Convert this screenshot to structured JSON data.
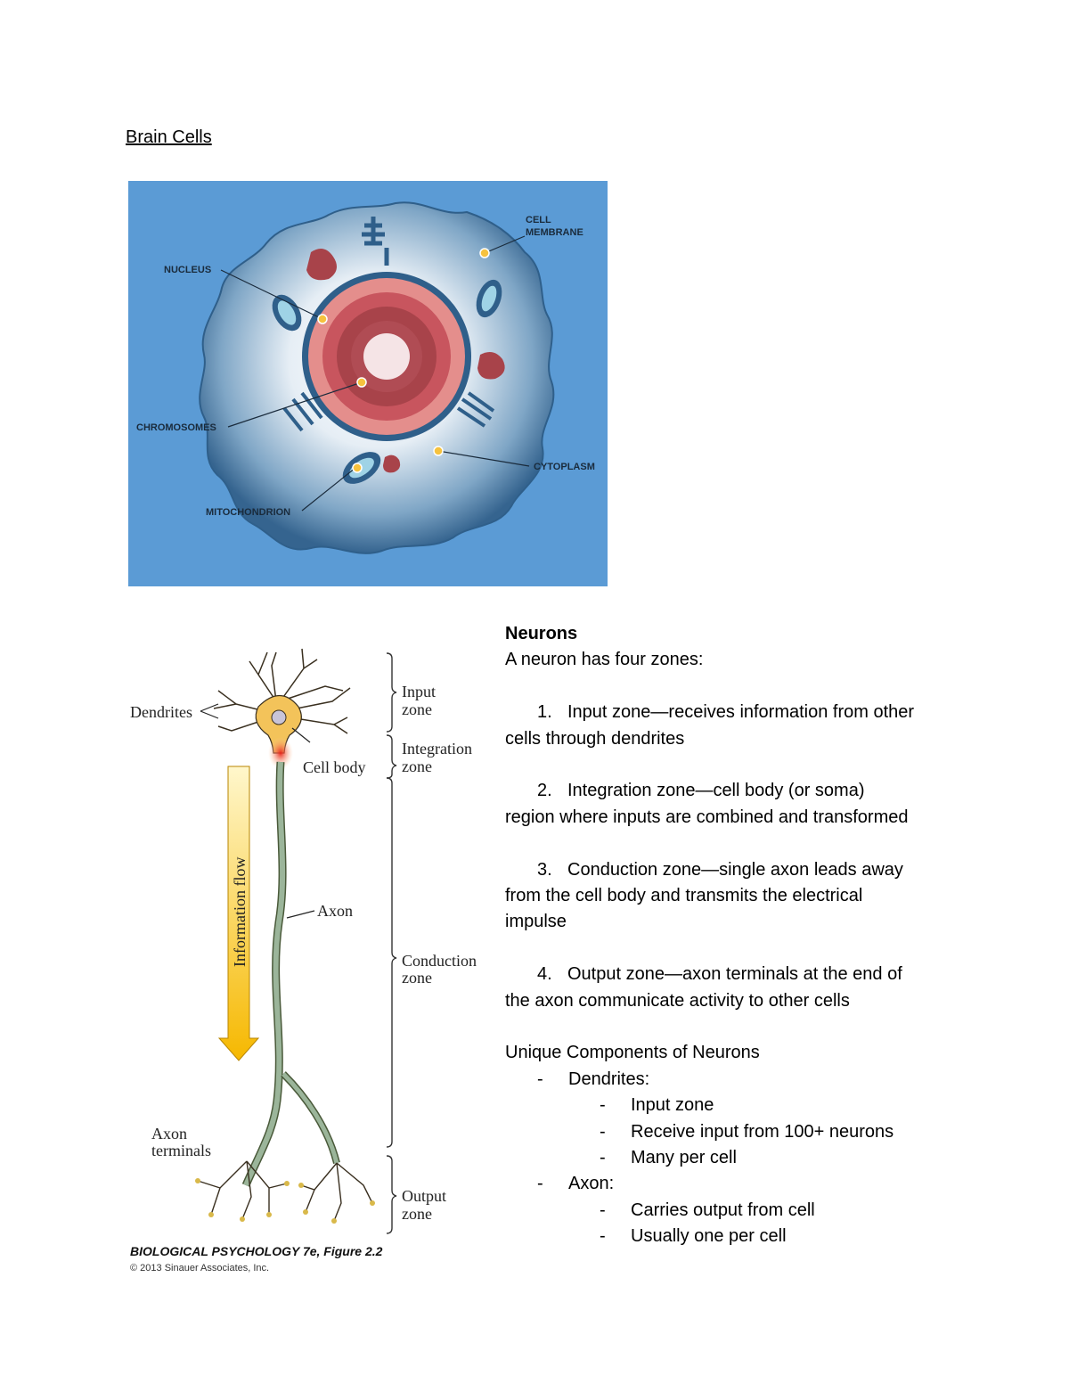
{
  "page": {
    "title": "Brain Cells"
  },
  "cell_figure": {
    "labels": {
      "cell_membrane_1": "CELL",
      "cell_membrane_2": "MEMBRANE",
      "nucleus": "NUCLEUS",
      "chromosomes": "CHROMOSOMES",
      "cytoplasm": "CYTOPLASM",
      "mitochondrion": "MITOCHONDRION"
    },
    "colors": {
      "background": "#5b9bd5",
      "nucleus": "#c8555e",
      "membrane": "#2f5f8a"
    }
  },
  "neuron_figure": {
    "labels": {
      "dendrites": "Dendrites",
      "cell_body": "Cell body",
      "axon": "Axon",
      "axon_terminals_1": "Axon",
      "axon_terminals_2": "terminals",
      "information_flow": "Information flow",
      "input_zone_1": "Input",
      "input_zone_2": "zone",
      "integration_zone_1": "Integration",
      "integration_zone_2": "zone",
      "conduction_zone_1": "Conduction",
      "conduction_zone_2": "zone",
      "output_zone_1": "Output",
      "output_zone_2": "zone"
    },
    "caption": "BIOLOGICAL PSYCHOLOGY 7e, Figure 2.2",
    "copyright": "© 2013 Sinauer Associates, Inc."
  },
  "neurons": {
    "heading": "Neurons",
    "intro": "A neuron has four zones:",
    "zones": [
      {
        "num": "1.",
        "line1": "Input zone—receives information from other",
        "line2": "cells through dendrites"
      },
      {
        "num": "2.",
        "line1": "Integration zone—cell body (or soma)",
        "line2": "region where inputs are combined and transformed"
      },
      {
        "num": "3.",
        "line1": "Conduction zone—single axon leads away",
        "line2": "from the cell body and transmits the electrical",
        "line3": "impulse"
      },
      {
        "num": "4.",
        "line1": "Output zone—axon terminals at the end of",
        "line2": "the axon communicate activity to other cells"
      }
    ],
    "components_heading": "Unique Components of Neurons",
    "dash": "-",
    "dendrites": {
      "label": "Dendrites:",
      "items": [
        "Input zone",
        "Receive input from 100+ neurons",
        "Many per cell"
      ]
    },
    "axon": {
      "label": "Axon:",
      "items": [
        "Carries output from cell",
        "Usually one per cell"
      ]
    }
  }
}
